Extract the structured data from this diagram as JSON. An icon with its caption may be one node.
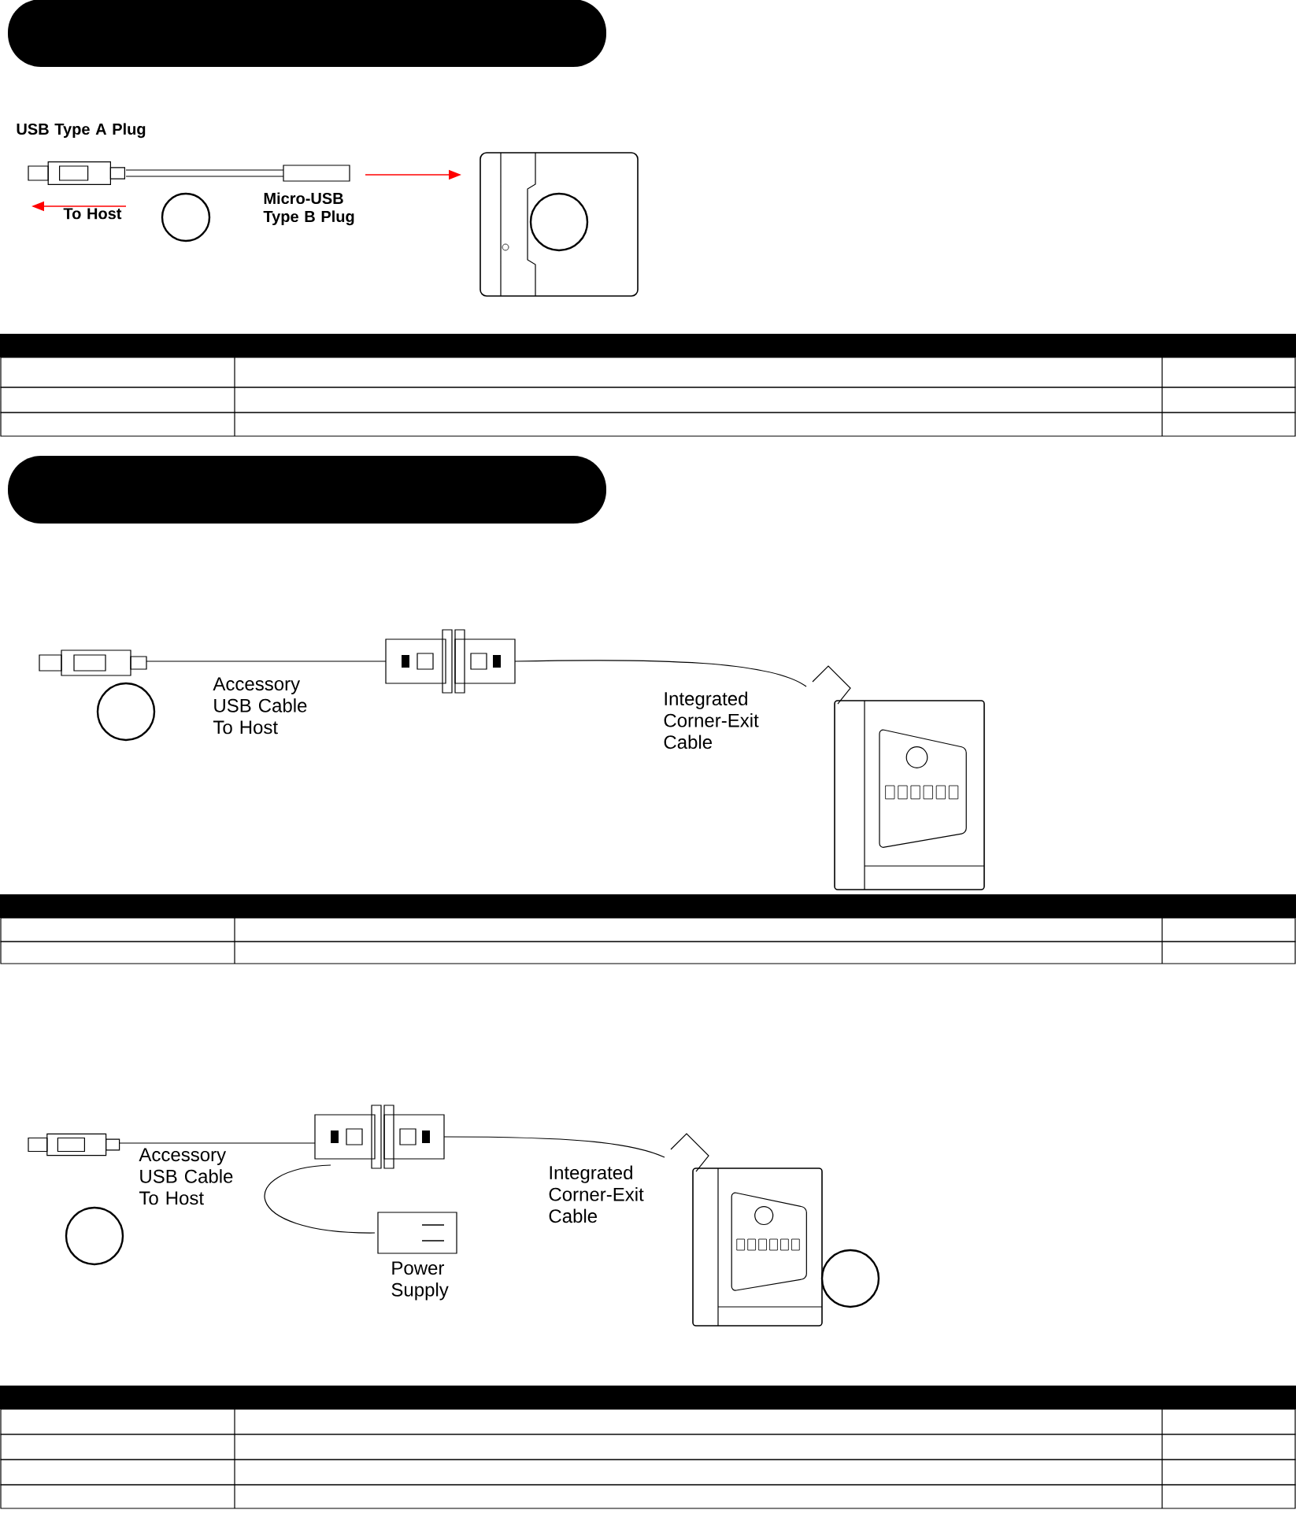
{
  "diagram": {
    "nodes": [
      {
        "text": [],
        "shape": "banner"
      },
      {
        "text": [],
        "shape": "banner"
      }
    ],
    "labels": [
      "USB Type A Plug",
      "To Host",
      "Micro-USB Type B Plug",
      "Accessory USB Cable To Host",
      "Integrated Corner-Exit Cable",
      "Accessory USB Cable To Host",
      "Power Supply",
      "Integrated Corner-Exit Cable"
    ]
  }
}
